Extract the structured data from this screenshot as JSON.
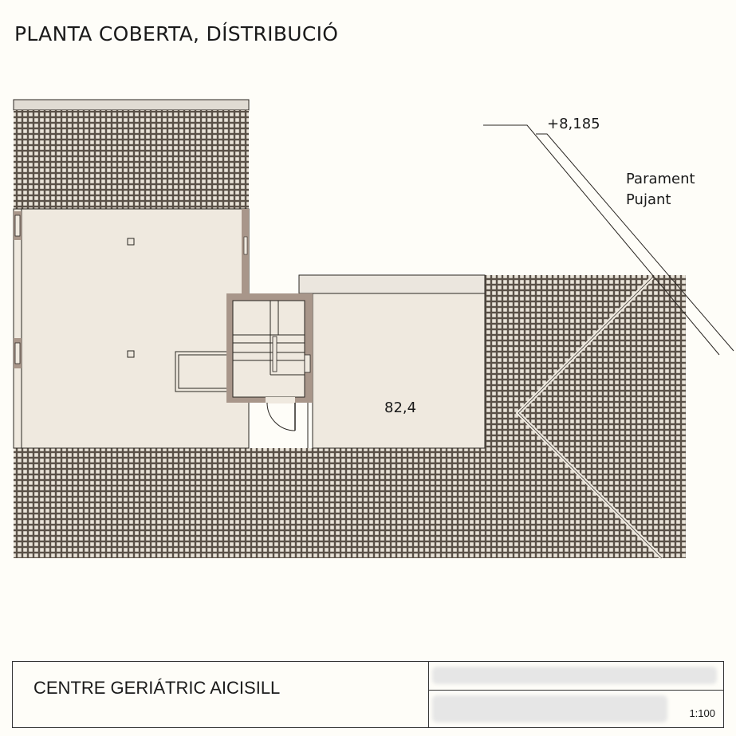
{
  "title": "PLANTA COBERTA, DÍSTRIBUCIÓ",
  "plan": {
    "elevation_label": "+8,185",
    "wall_label_line1": "Parament",
    "wall_label_line2": "Pujant",
    "room_area": "82,4"
  },
  "title_block": {
    "project_name": "CENTRE GERIÁTRIC AICISILL",
    "scale": "1:100"
  },
  "colors": {
    "background": "#fefdf8",
    "floor_fill": "#efe9df",
    "wall_brown": "#a8968a",
    "tile_fill": "#d9d2c6",
    "line": "#2a2622"
  }
}
